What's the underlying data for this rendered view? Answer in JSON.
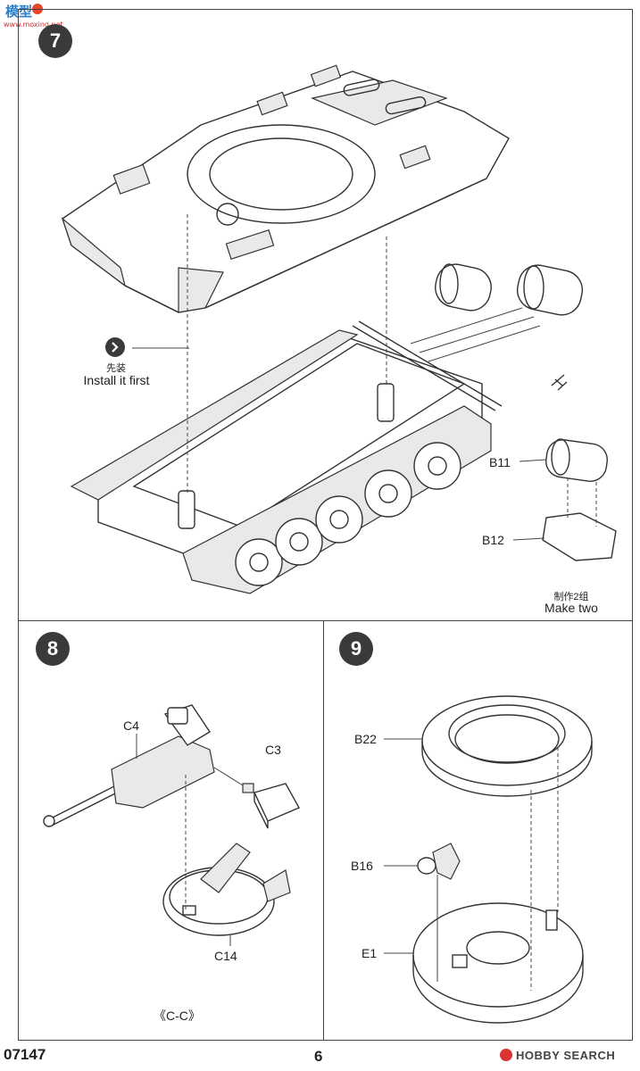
{
  "watermark": {
    "title": "模型",
    "url": "www.moxing.net"
  },
  "steps": {
    "step7": {
      "number": "7",
      "install_first_cn": "先装",
      "install_first_en": "Install it first",
      "parts": {
        "b11": "B11",
        "b12": "B12"
      },
      "make_two_cn": "制作2组",
      "make_two_en": "Make two"
    },
    "step8": {
      "number": "8",
      "parts": {
        "c4": "C4",
        "c3": "C3",
        "c14": "C14"
      },
      "section_label": "《C-C》"
    },
    "step9": {
      "number": "9",
      "parts": {
        "b22": "B22",
        "b16": "B16",
        "e1": "E1"
      }
    }
  },
  "footer": {
    "product_code": "07147",
    "page_number": "6",
    "brand": "HOBBY SEARCH"
  }
}
